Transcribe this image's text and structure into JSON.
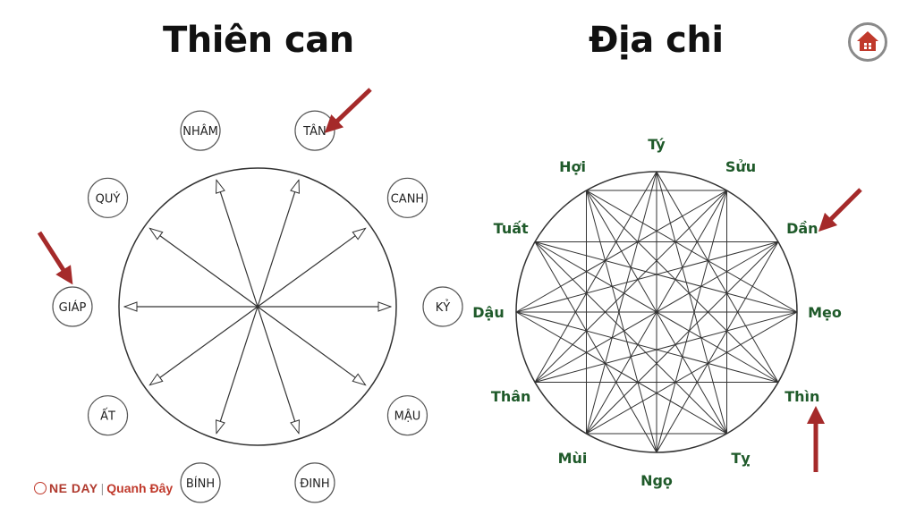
{
  "left": {
    "title": "Thiên can",
    "stems": [
      "TÂN",
      "CANH",
      "KỶ",
      "MẬU",
      "ĐINH",
      "BÍNH",
      "ẤT",
      "GIÁP",
      "QUÝ",
      "NHÂM"
    ]
  },
  "right": {
    "title": "Địa chi",
    "branches": [
      "Tý",
      "Sửu",
      "Dần",
      "Mẹo",
      "Thìn",
      "Tỵ",
      "Ngọ",
      "Mùi",
      "Thân",
      "Dậu",
      "Tuất",
      "Hợi"
    ]
  },
  "footer": {
    "brand": "NE DAY",
    "separator": "|",
    "sub": "Quanh Đây"
  },
  "colors": {
    "arrow": "#a52a2a",
    "branch_text": "#1f5a2a",
    "stem_text": "#222222",
    "line": "#333333"
  },
  "icons": {
    "logo": "house-icon"
  }
}
